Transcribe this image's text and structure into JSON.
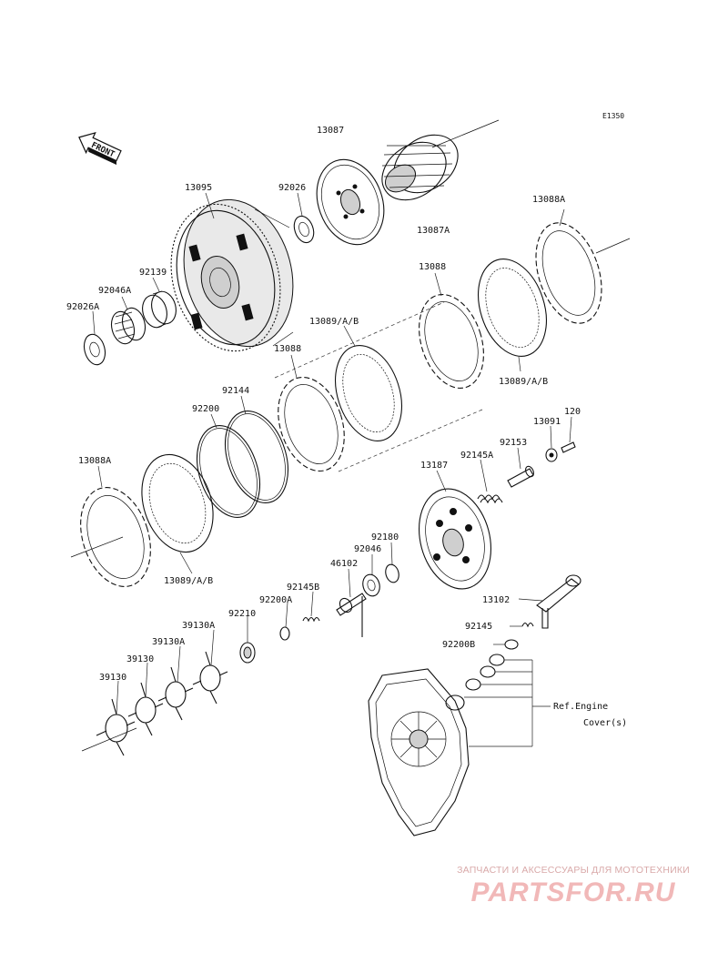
{
  "diagram_code": "E1350",
  "front_arrow": "FRONT",
  "part_labels": {
    "p13087": "13087",
    "p13087A": "13087A",
    "p13095": "13095",
    "p92026": "92026",
    "p13088A_top": "13088A",
    "p92139": "92139",
    "p92046A": "92046A",
    "p92026A": "92026A",
    "p13088_upper": "13088",
    "p13089_upper": "13089/A/B",
    "p13089_right": "13089/A/B",
    "p13088_mid": "13088",
    "p92144": "92144",
    "p92200": "92200",
    "p13091": "13091",
    "p120": "120",
    "p92153": "92153",
    "p92145A": "92145A",
    "p13187": "13187",
    "p13088A_left": "13088A",
    "p92180": "92180",
    "p92046": "92046",
    "p46102": "46102",
    "p13089_left": "13089/A/B",
    "p92145B": "92145B",
    "p92200A": "92200A",
    "p13102": "13102",
    "p92210": "92210",
    "p39130A_1": "39130A",
    "p92145": "92145",
    "p39130A_2": "39130A",
    "p92200B": "92200B",
    "p39130_1": "39130",
    "p39130_2": "39130"
  },
  "ref_note": {
    "line1": "Ref.Engine",
    "line2": "Cover(s)"
  },
  "watermark": {
    "caption": "ЗАПЧАСТИ И АКСЕССУАРЫ ДЛЯ МОТОТЕХНИКИ",
    "logo": "PARTSFOR.RU"
  }
}
